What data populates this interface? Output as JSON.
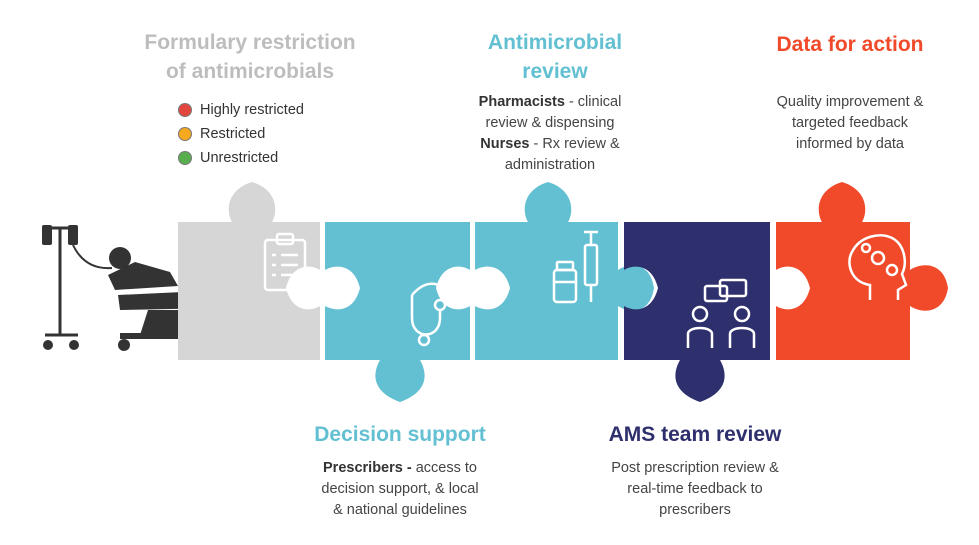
{
  "formulary": {
    "title_line1": "Formulary restriction",
    "title_line2": "of antimicrobials",
    "color": "#bdbdbd",
    "legend": [
      {
        "label": "Highly restricted",
        "color": "#e2473f"
      },
      {
        "label": "Restricted",
        "color": "#f4a91e"
      },
      {
        "label": "Unrestricted",
        "color": "#58ad4f"
      }
    ]
  },
  "decision_support": {
    "title": "Decision support",
    "color": "#63c0d2",
    "body_bold": "Prescribers -",
    "body_line1": " access to",
    "body_line2": "decision support, & local",
    "body_line3": "& national guidelines"
  },
  "antimicrobial_review": {
    "title_line1": "Antimicrobial",
    "title_line2": "review",
    "color": "#63c0d2",
    "pharm_bold": "Pharmacists",
    "pharm_rest": " - clinical",
    "pharm_line2": "review & dispensing",
    "nurse_bold": "Nurses",
    "nurse_rest": " - Rx review &",
    "nurse_line2": "administration"
  },
  "ams_review": {
    "title": "AMS team review",
    "color": "#2e2f6d",
    "body_line1": "Post prescription review &",
    "body_line2": "real-time feedback to",
    "body_line3": "prescribers"
  },
  "data_action": {
    "title": "Data for action",
    "color": "#f04a2a",
    "body_line1": "Quality improvement &",
    "body_line2": "targeted feedback",
    "body_line3": "informed by data"
  },
  "icons": {
    "patient": "patient-bed-iv-icon",
    "formulary": "clipboard-checklist-icon",
    "decision": "stethoscope-icon",
    "antimicrobial": "medicine-bottle-syringe-icon",
    "ams": "team-discussion-icon",
    "data": "head-gears-icon"
  }
}
